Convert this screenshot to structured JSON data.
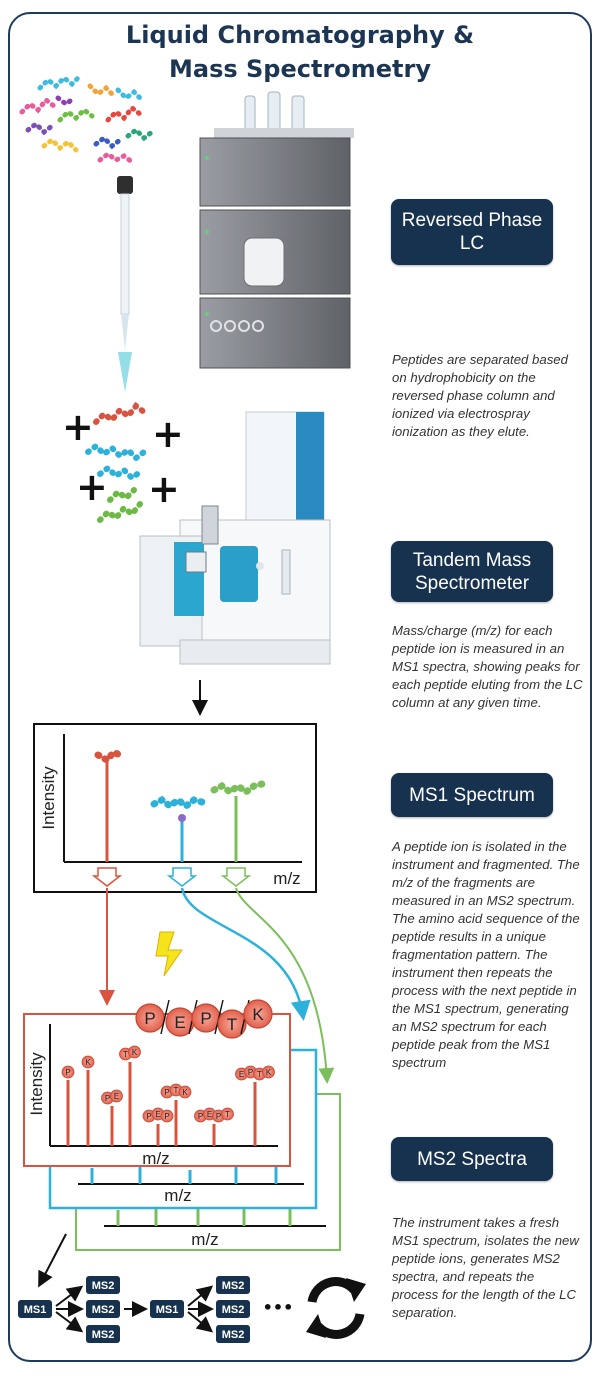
{
  "title_line1": "Liquid Chromatography &",
  "title_line2": "Mass Spectrometry",
  "steps": [
    {
      "label": "Reversed Phase LC",
      "description": "Peptides are separated based on hydrophobicity on the reversed phase column and ionized via electrospray ionization as they elute."
    },
    {
      "label": "Tandem Mass Spectrometer",
      "description": "Mass/charge (m/z) for each peptide ion is measured in an MS1 spectra, showing peaks for each peptide eluting from the LC column at any given time."
    },
    {
      "label": "MS1 Spectrum",
      "description": "A peptide ion is isolated in the instrument and fragmented. The m/z of the fragments are measured in an MS2 spectrum. The amino acid sequence of the peptide results in a unique fragmentation pattern. The instrument then repeats the process with the next peptide in the MS1 spectrum, generating an MS2 spectrum for each peptide peak from the MS1 spectrum"
    },
    {
      "label": "MS2 Spectra",
      "description": "The instrument takes a fresh MS1 spectrum, isolates the new peptide ions, generates MS2 spectra, and repeats the process for the length of the LC separation."
    }
  ],
  "ms1_plot": {
    "ylabel": "Intensity",
    "xlabel": "m/z"
  },
  "ms2_plot": {
    "ylabel": "Intensity",
    "xlabel": "m/z",
    "peptide": [
      "P",
      "E",
      "P",
      "T",
      "K"
    ],
    "fragments": [
      "P",
      "K",
      "PE",
      "TK",
      "PTK",
      "PEP",
      "PEPT",
      "EPTK"
    ]
  },
  "ms2_stack_xlabels": [
    "m/z",
    "m/z"
  ],
  "workflow": {
    "ms1": "MS1",
    "ms2": "MS2",
    "ellipsis": "•••"
  },
  "colors": {
    "navy": "#17324f",
    "red": "#d9543f",
    "blue": "#2db1db",
    "green": "#7bbf5a"
  }
}
